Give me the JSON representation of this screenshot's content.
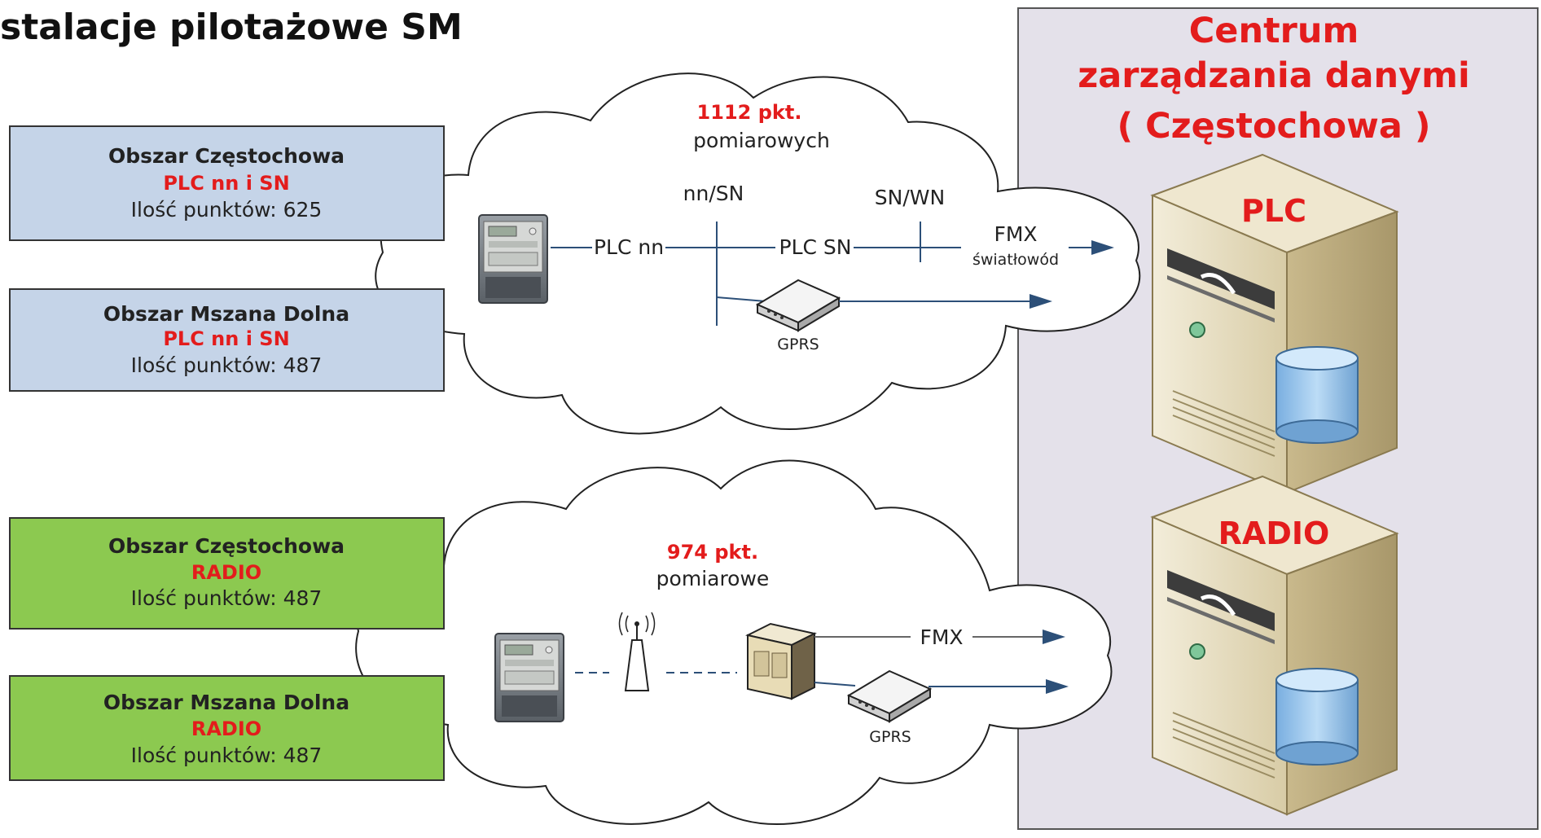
{
  "title": "stalacje pilotażowe SM",
  "areas": [
    {
      "name": "Obszar Częstochowa",
      "tech": "PLC nn i SN",
      "count": "Ilość punktów: 625"
    },
    {
      "name": "Obszar Mszana Dolna",
      "tech": "PLC nn i SN",
      "count": "Ilość punktów: 487"
    },
    {
      "name": "Obszar Częstochowa",
      "tech": "RADIO",
      "count": "Ilość punktów: 487"
    },
    {
      "name": "Obszar Mszana Dolna",
      "tech": "RADIO",
      "count": "Ilość punktów: 487"
    }
  ],
  "plc_cloud": {
    "points": "1112 pkt.",
    "points_label": "pomiarowych",
    "nn_sn": "nn/SN",
    "sn_wn": "SN/WN",
    "plc_nn": "PLC nn",
    "plc_sn": "PLC SN",
    "fmx": "FMX",
    "fiber": "światłowód",
    "gprs": "GPRS"
  },
  "radio_cloud": {
    "points": "974 pkt.",
    "points_label": "pomiarowe",
    "fmx": "FMX",
    "gprs": "GPRS"
  },
  "data_center": {
    "line1": "Centrum",
    "line2": "zarządzania danymi",
    "line3": "( Częstochowa )",
    "server_plc": "PLC",
    "server_radio": "RADIO"
  },
  "colors": {
    "plc_box": "#c5d4e8",
    "radio_box": "#8cc950",
    "accent_red": "#e31c1c",
    "dc_panel": "#e4e1ea",
    "line": "#2c4f78"
  }
}
